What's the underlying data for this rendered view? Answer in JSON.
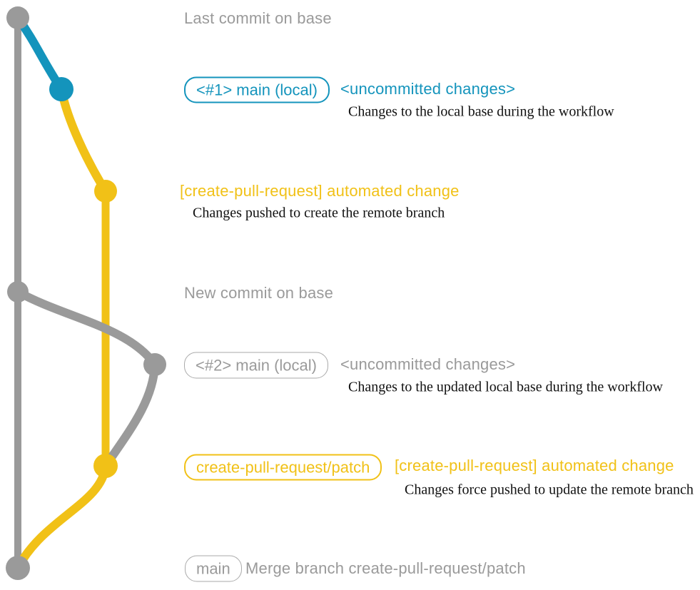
{
  "colors": {
    "gray": "#9A9A9A",
    "blue": "#1494BC",
    "yellow": "#F1C117",
    "text_dark": "#111111"
  },
  "rows": {
    "last_commit": {
      "label": "Last commit on base"
    },
    "local_main_1": {
      "badge": "<#1> main (local)",
      "heading": "<uncommitted changes>",
      "detail": "Changes to the local base during the workflow"
    },
    "automated_change_1": {
      "heading": "[create-pull-request] automated change",
      "detail": "Changes pushed to create the remote branch"
    },
    "new_commit": {
      "label": "New commit on base"
    },
    "local_main_2": {
      "badge": "<#2> main (local)",
      "heading": "<uncommitted changes>",
      "detail": "Changes to the updated local base during the workflow"
    },
    "automated_change_2": {
      "badge": "create-pull-request/patch",
      "heading": "[create-pull-request] automated change",
      "detail": "Changes force pushed to update the remote branch"
    },
    "merge": {
      "badge": "main",
      "label": "Merge branch create-pull-request/patch"
    }
  },
  "graph": {
    "branches": [
      "base",
      "main-local",
      "create-pull-request/patch"
    ],
    "commit_count": 7
  }
}
